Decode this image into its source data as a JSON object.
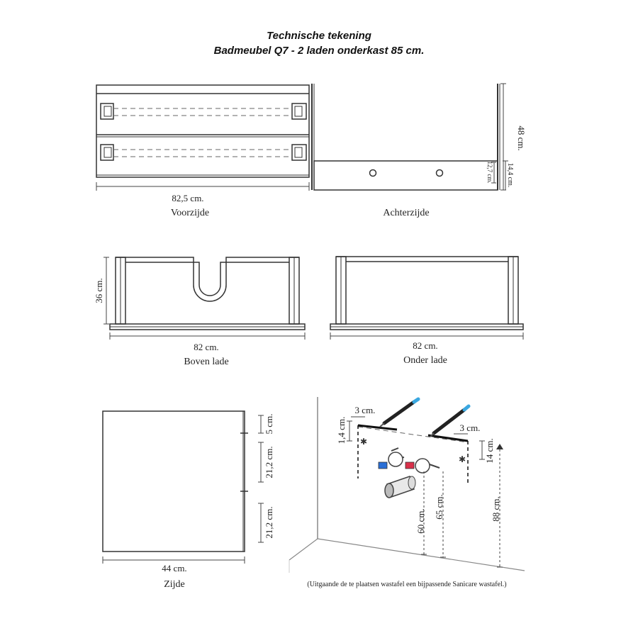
{
  "title": {
    "line1": "Technische tekening",
    "line2": "Badmeubel Q7 - 2 laden onderkast 85 cm."
  },
  "views": {
    "front": {
      "caption": "Voorzijde",
      "width_label": "82,5 cm."
    },
    "back": {
      "caption": "Achterzijde",
      "height_label": "48 cm.",
      "panel_label": "14,4 cm.",
      "hole_label": "12,7 cm."
    },
    "top_drawer": {
      "caption": "Boven lade",
      "width_label": "82 cm.",
      "depth_label": "36 cm."
    },
    "bottom_drawer": {
      "caption": "Onder lade",
      "width_label": "82 cm."
    },
    "side": {
      "caption": "Zijde",
      "width_label": "44 cm.",
      "dims": [
        "5 cm.",
        "21,2 cm.",
        "21,2 cm."
      ]
    }
  },
  "installation": {
    "labels": {
      "left_offset": "3 cm.",
      "right_offset": "3 cm.",
      "left_height": "1,4 cm.",
      "right_height": "14 cm.",
      "drain_height": "60 cm.",
      "tap_height": "65 cm.",
      "total_height": "88 cm."
    },
    "note": "(Uitgaande de te plaatsen wastafel een bijpassende Sanicare wastafel.)",
    "colors": {
      "hot": "#d9304a",
      "cold": "#2a6fd6",
      "pencil_tip": "#3aa7e0"
    }
  }
}
